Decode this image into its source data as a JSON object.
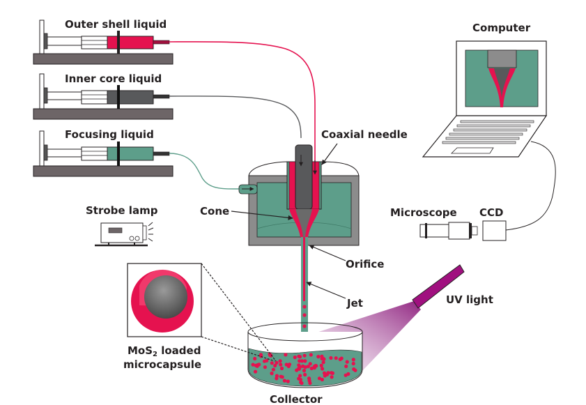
{
  "colors": {
    "shell": "#e5124f",
    "core": "#58595b",
    "focusing": "#5d9e8a",
    "base": "#6d6567",
    "uv": "#a0107f",
    "text": "#231f20"
  },
  "syringes": [
    {
      "label": "Outer shell liquid",
      "fluid": "shell"
    },
    {
      "label": "Inner core liquid",
      "fluid": "core"
    },
    {
      "label": "Focusing liquid",
      "fluid": "focusing"
    }
  ],
  "labels": {
    "computer": "Computer",
    "coaxial_needle": "Coaxial needle",
    "strobe_lamp": "Strobe lamp",
    "cone": "Cone",
    "microscope": "Microscope",
    "ccd": "CCD",
    "orifice": "Orifice",
    "jet": "Jet",
    "uv_light": "UV light",
    "capsule_line1_prefix": "MoS",
    "capsule_line1_subscript": "2",
    "capsule_line1_suffix": " loaded",
    "capsule_line2": "microcapsule",
    "collector": "Collector"
  }
}
